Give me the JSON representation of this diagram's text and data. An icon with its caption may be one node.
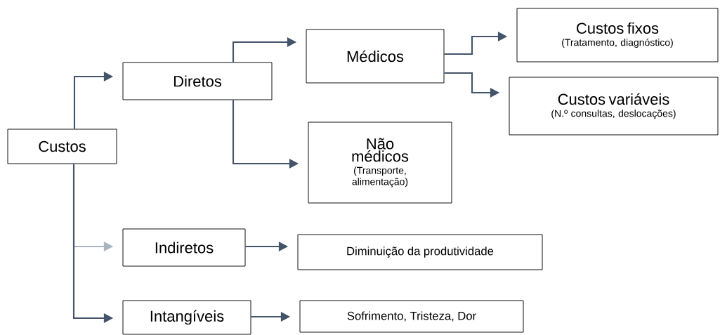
{
  "diagram": {
    "nodes": [
      {
        "text": [
          "Custos"
        ]
      },
      {
        "text": [
          "Diretos"
        ]
      },
      {
        "text": [
          "Médicos"
        ]
      },
      {
        "text": [
          "Não médicos",
          "(Transporte, alimentação)"
        ]
      },
      {
        "text": [
          "Custos fixos",
          "(Tratamento, diagnóstico)"
        ]
      },
      {
        "text": [
          "Custos variáveis",
          "(N.º consultas, deslocações)"
        ]
      },
      {
        "text": [
          "Indiretos"
        ]
      },
      {
        "text": [
          "Diminuição da produtividade"
        ]
      },
      {
        "text": [
          "Intangíveis"
        ]
      },
      {
        "text": [
          "Sofrimento, Tristeza, Dor"
        ]
      }
    ],
    "edges": [
      {
        "from": 0,
        "to": 1,
        "arrow": "to"
      },
      {
        "from": 1,
        "to": 2,
        "arrow": "to"
      },
      {
        "from": 1,
        "to": 3,
        "arrow": "to"
      },
      {
        "from": 2,
        "to": 4,
        "arrow": "to"
      },
      {
        "from": 2,
        "to": 5,
        "arrow": "to"
      },
      {
        "from": 0,
        "to": 6,
        "arrow": "to",
        "color": "#aab4c0"
      },
      {
        "from": 0,
        "to": 8,
        "arrow": "to"
      },
      {
        "from": 6,
        "to": 7,
        "arrow": "to"
      },
      {
        "from": 8,
        "to": 9,
        "arrow": "to"
      }
    ]
  }
}
